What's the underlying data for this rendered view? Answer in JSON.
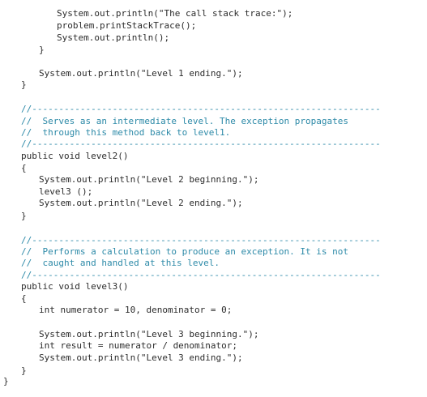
{
  "code": {
    "lines": [
      "System.out.println(\"The call stack trace:\");",
      "problem.printStackTrace();",
      "System.out.println();",
      "}",
      "System.out.println(\"Level 1 ending.\");",
      "}",
      "//-----------------------------------------------------------------",
      "//  Serves as an intermediate level. The exception propagates",
      "//  through this method back to level1.",
      "//-----------------------------------------------------------------",
      "public void level2()",
      "{",
      "System.out.println(\"Level 2 beginning.\");",
      "level3 ();",
      "System.out.println(\"Level 2 ending.\");",
      "}",
      "//-----------------------------------------------------------------",
      "//  Performs a calculation to produce an exception. It is not",
      "//  caught and handled at this level.",
      "//-----------------------------------------------------------------",
      "public void level3()",
      "{",
      "int numerator = 10, denominator = 0;",
      "System.out.println(\"Level 3 beginning.\");",
      "int result = numerator / denominator;",
      "System.out.println(\"Level 3 ending.\");",
      "}",
      "}"
    ]
  }
}
